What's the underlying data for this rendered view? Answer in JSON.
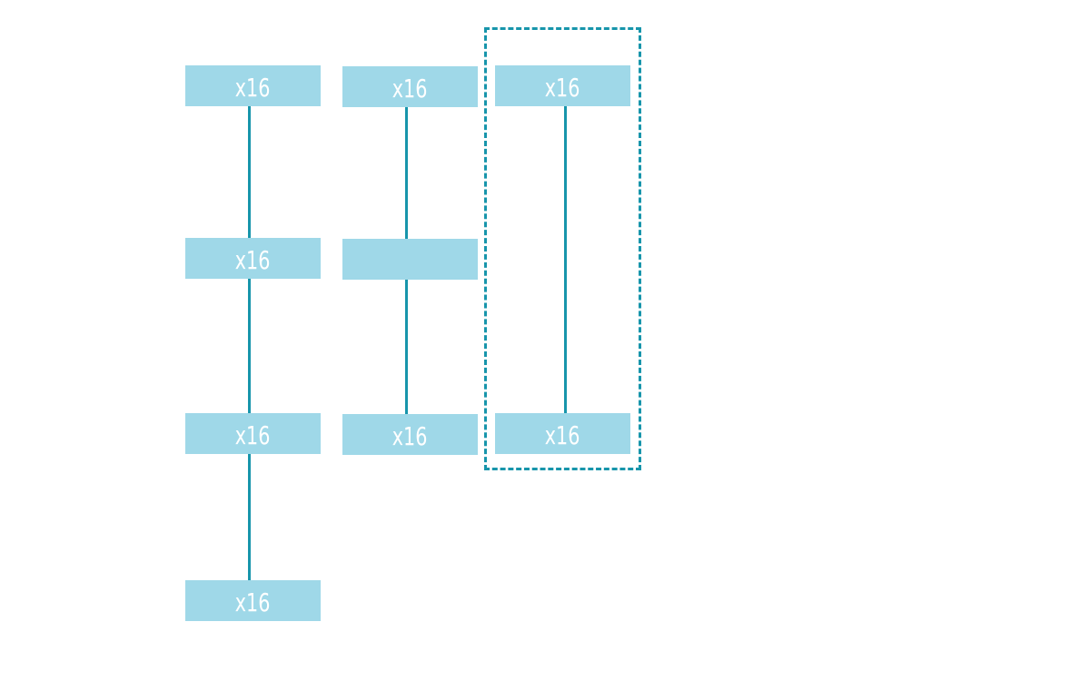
{
  "colors": {
    "node_fill": "#9fd8e8",
    "connector": "#1795ab",
    "highlight_border": "#1795ab",
    "node_text": "#ffffff"
  },
  "columns": [
    {
      "nodes": [
        {
          "label": "x16"
        },
        {
          "label": "x16"
        },
        {
          "label": "x16"
        },
        {
          "label": "x16"
        }
      ]
    },
    {
      "nodes": [
        {
          "label": "x16"
        },
        {
          "label": ""
        },
        {
          "label": "x16"
        }
      ]
    },
    {
      "highlighted": true,
      "nodes": [
        {
          "label": "x16"
        },
        {
          "label": "x16"
        }
      ]
    }
  ]
}
